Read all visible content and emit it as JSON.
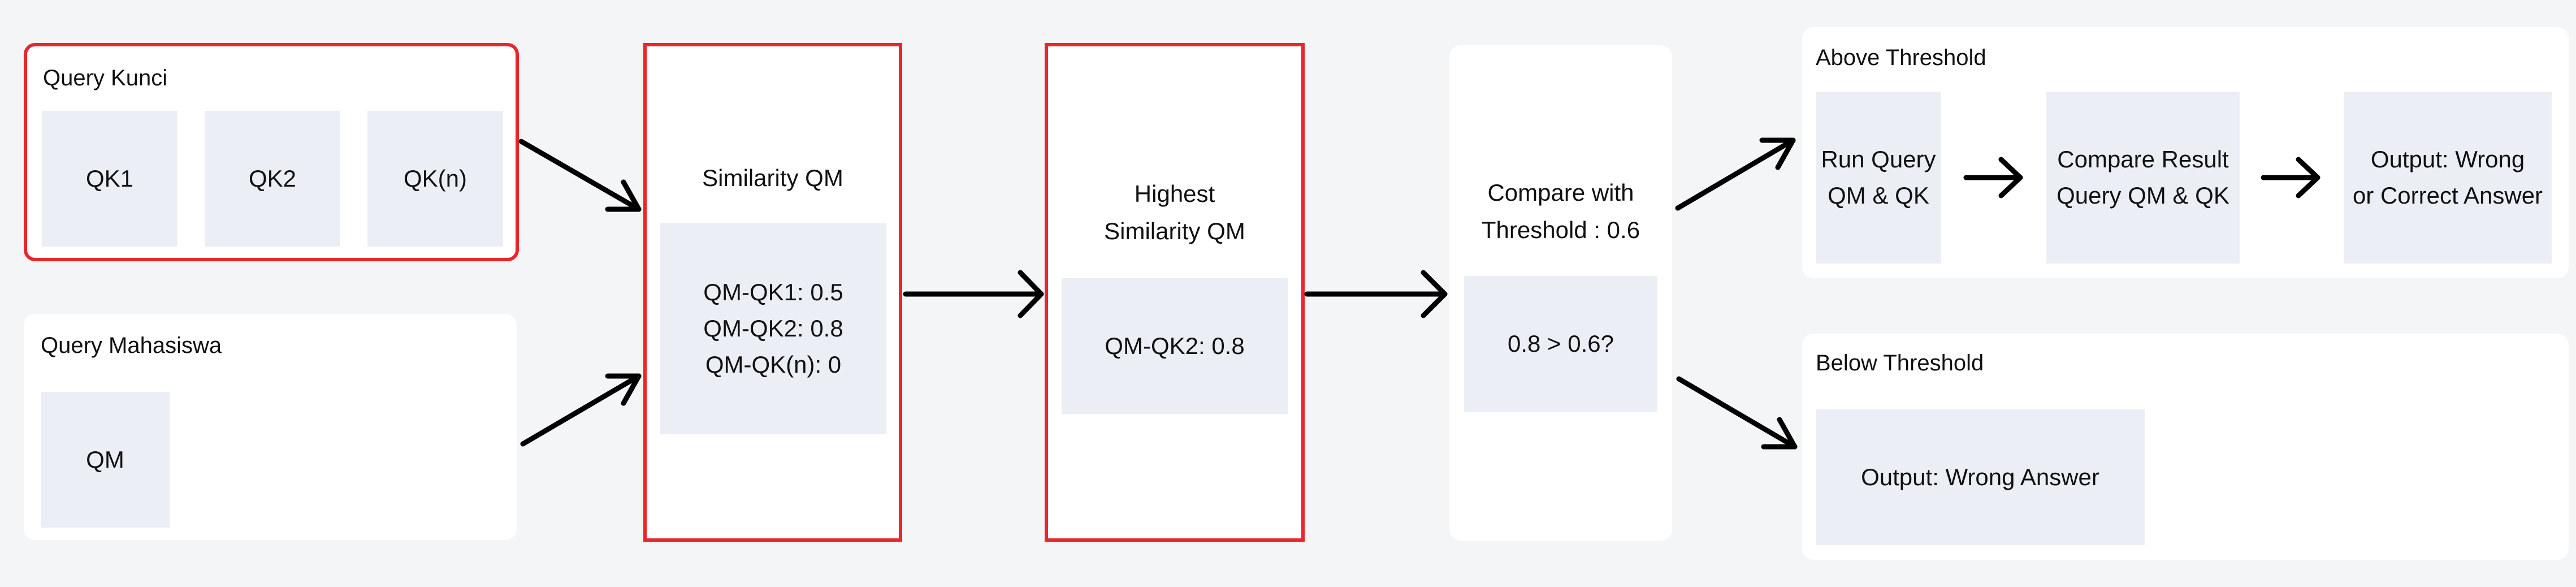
{
  "query_kunci": {
    "title": "Query Kunci",
    "items": [
      "QK1",
      "QK2",
      "QK(n)"
    ]
  },
  "query_mahasiswa": {
    "title": "Query Mahasiswa",
    "item": "QM"
  },
  "similarity": {
    "title": "Similarity QM",
    "values": [
      "QM-QK1: 0.5",
      "QM-QK2: 0.8",
      "QM-QK(n): 0"
    ]
  },
  "highest": {
    "title_lines": [
      "Highest",
      "Similarity QM"
    ],
    "value": "QM-QK2: 0.8"
  },
  "compare": {
    "title_lines": [
      "Compare with",
      "Threshold : 0.6"
    ],
    "value": "0.8 > 0.6?"
  },
  "above": {
    "title": "Above Threshold",
    "run": [
      "Run Query",
      "QM & QK"
    ],
    "compare_result": [
      "Compare Result",
      "Query QM & QK"
    ],
    "output": [
      "Output: Wrong",
      "or Correct Answer"
    ]
  },
  "below": {
    "title": "Below Threshold",
    "output": "Output: Wrong Answer"
  },
  "colors": {
    "accent_red": "#e8262b",
    "tile": "#ebeef5",
    "background": "#f4f5f7",
    "arrow": "#000000"
  }
}
